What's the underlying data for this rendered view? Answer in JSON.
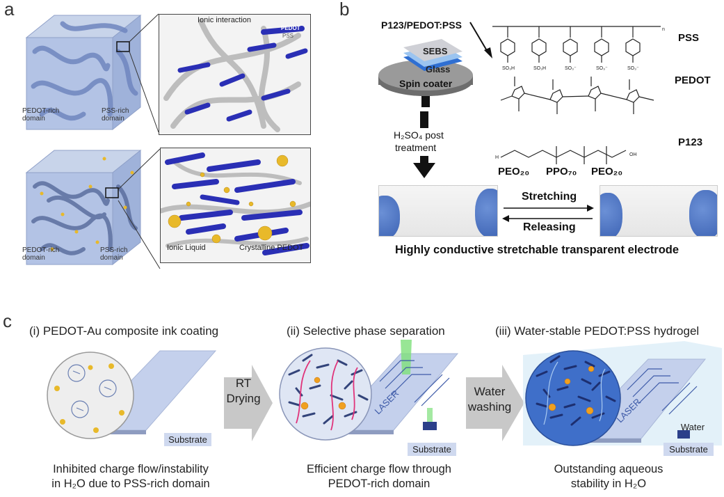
{
  "panel_a": {
    "letter": "a",
    "top_cube": {
      "label_left": "PEDOT-rich\ndomain",
      "label_right": "PSS-rich\ndomain"
    },
    "top_inset": {
      "ionic_interaction": "Ionic interaction",
      "pedot_tag": "PEDOT",
      "pss_tag": "PSS"
    },
    "bottom_cube": {
      "label_left": "PEDOT-rich\ndomain",
      "label_right": "PSS-rich\ndomain"
    },
    "bottom_inset": {
      "ionic_liquid": "Ionic Liquid",
      "crystalline": "Crystalline PEDOT"
    }
  },
  "panel_b": {
    "letter": "b",
    "stack": {
      "top": "P123/PEDOT:PSS",
      "layer1": "SEBS",
      "layer2": "Glass",
      "base": "Spin coater"
    },
    "treatment_line1": "H₂SO₄ post",
    "treatment_line2": "treatment",
    "chem_labels": {
      "pss": "PSS",
      "pedot": "PEDOT",
      "p123": "P123"
    },
    "blocks": {
      "peo1": "PEO₂₀",
      "ppo": "PPO₇₀",
      "peo2": "PEO₂₀"
    },
    "stretching": "Stretching",
    "releasing": "Releasing",
    "caption": "Highly conductive stretchable transparent electrode"
  },
  "panel_c": {
    "letter": "c",
    "step1": {
      "title": "(i) PEDOT-Au composite ink coating",
      "substrate": "Substrate",
      "caption_line1": "Inhibited charge flow/instability",
      "caption_line2": "in H₂O due to PSS-rich domain"
    },
    "arrow1": {
      "line1": "RT",
      "line2": "Drying"
    },
    "step2": {
      "title": "(ii) Selective phase separation",
      "substrate": "Substrate",
      "laser": "LASER",
      "caption_line1": "Efficient charge flow through",
      "caption_line2": "PEDOT-rich domain"
    },
    "arrow2": {
      "line1": "Water",
      "line2": "washing"
    },
    "step3": {
      "title": "(iii) Water-stable PEDOT:PSS hydrogel",
      "water": "Water",
      "substrate": "Substrate",
      "laser": "LASER",
      "caption_line1": "Outstanding aqueous",
      "caption_line2": "stability in H₂O"
    }
  },
  "colors": {
    "pedot_blue": "#2a2fb5",
    "au_gold": "#e8b92a",
    "substrate_blue": "#b9c8e8",
    "arrow_grey": "#c8c8c8"
  }
}
